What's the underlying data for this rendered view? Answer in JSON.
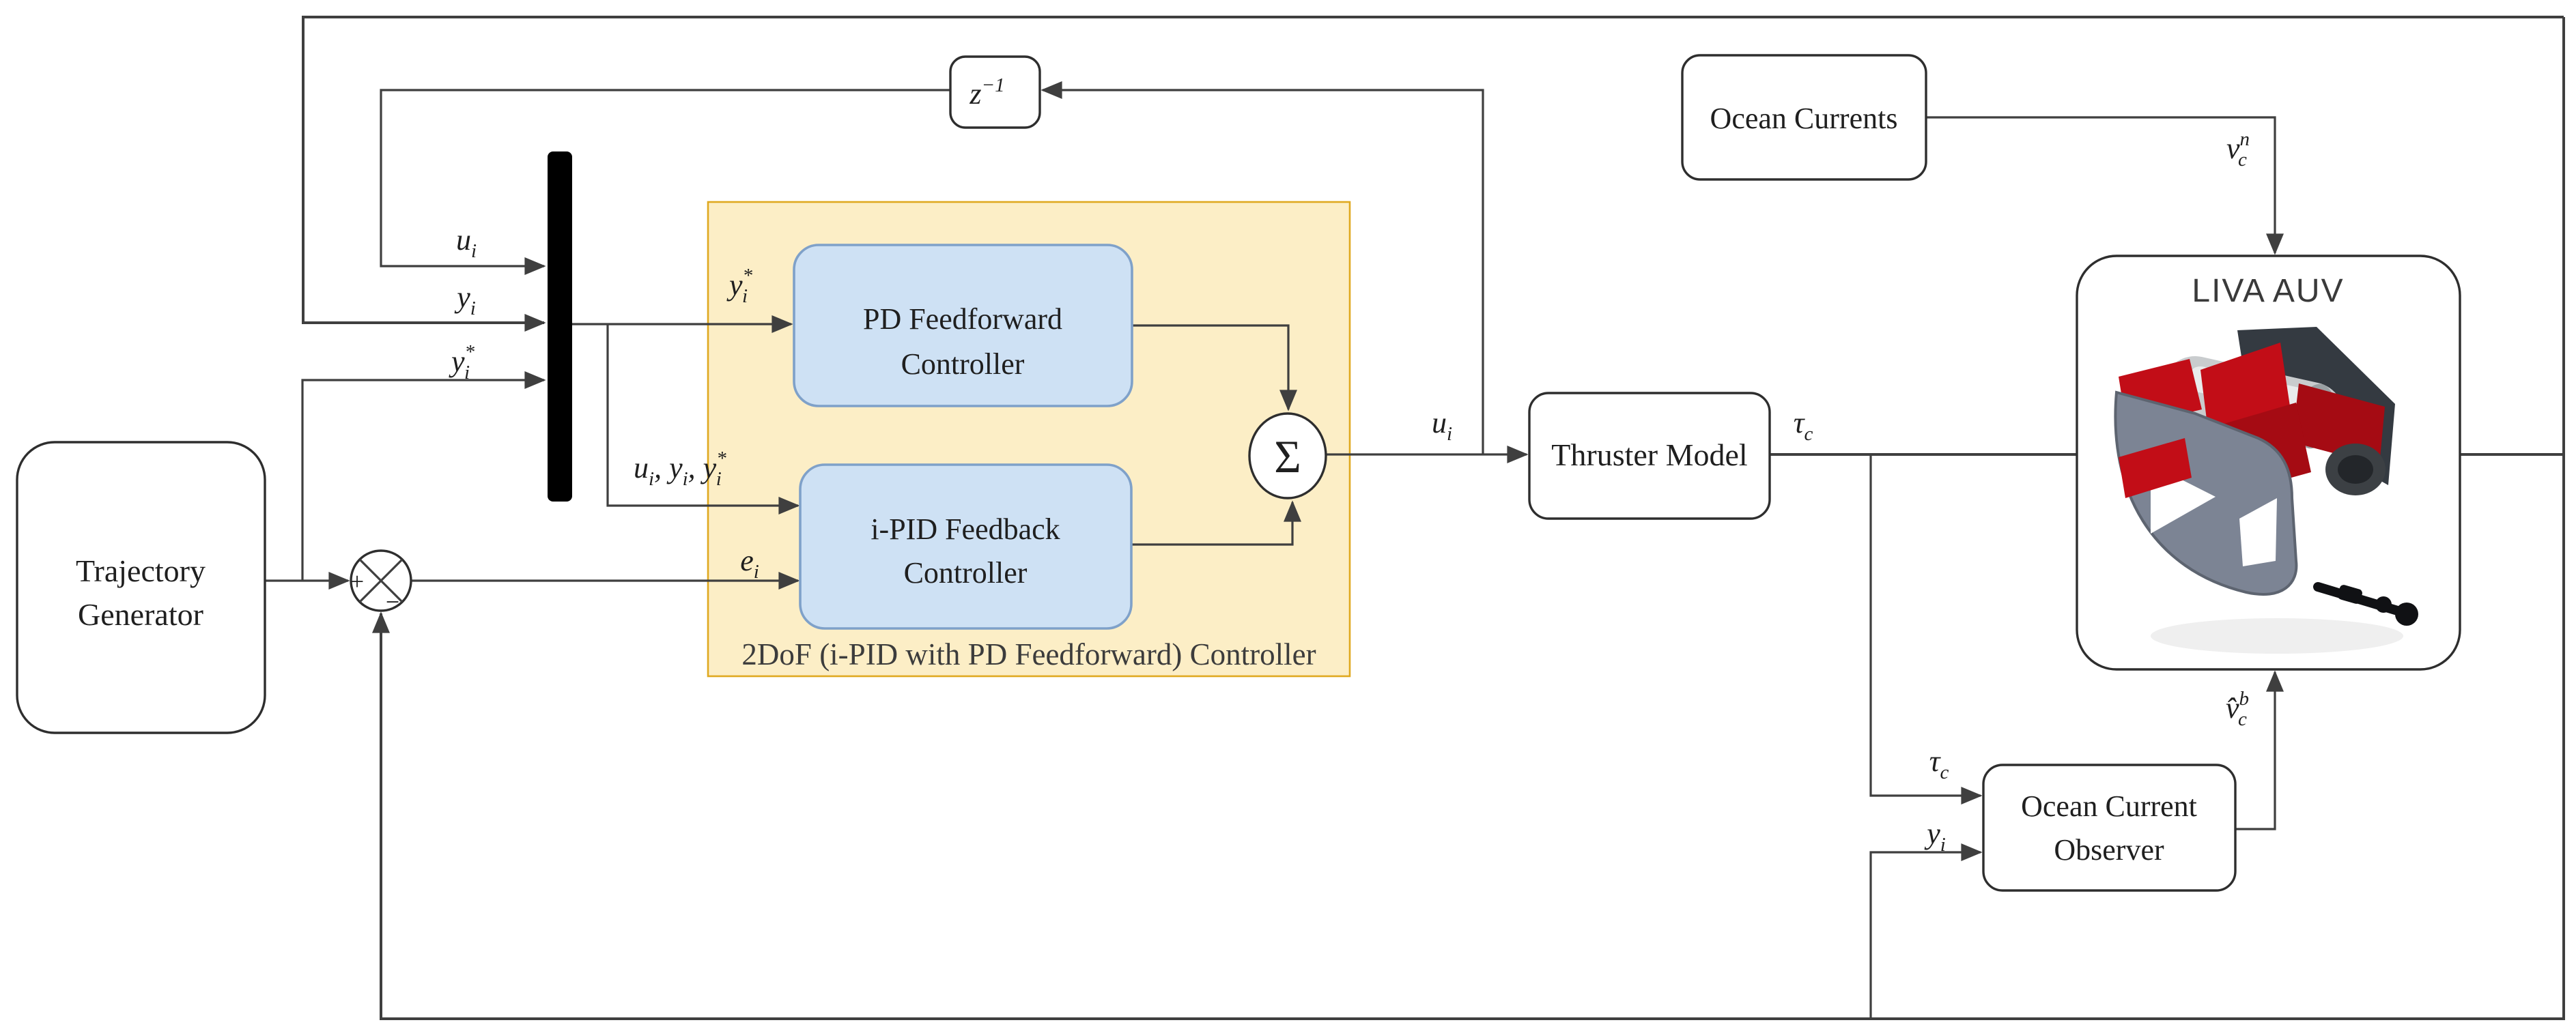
{
  "colors": {
    "line": "#3f3f3f",
    "block_border": "#2e2e2e",
    "text": "#1f1f1f",
    "caption_text": "#3c3c3c",
    "group_fill": "#fceec6",
    "group_border": "#dfa920",
    "inner_fill": "#cee1f4",
    "inner_border": "#7fa1c9",
    "mux_fill": "#000000",
    "auv_red": "#c20d17",
    "auv_red_dark": "#a50b13",
    "auv_gray": "#7c8494",
    "auv_gray_dark": "#5d6470",
    "auv_dark_plate": "#343a41",
    "auv_silver": "#c9ccce",
    "auv_black": "#101114"
  },
  "blocks": {
    "trajectory_generator": {
      "line1": "Trajectory",
      "line2": "Generator"
    },
    "delay": {
      "base": "z",
      "sup": "−1"
    },
    "ocean_currents": {
      "label": "Ocean Currents"
    },
    "thruster_model": {
      "label": "Thruster Model"
    },
    "ocean_current_observer": {
      "line1": "Ocean Current",
      "line2": "Observer"
    },
    "liva_auv": {
      "label": "LIVA AUV"
    },
    "pd_feedforward": {
      "line1": "PD Feedforward",
      "line2": "Controller"
    },
    "ipid_feedback": {
      "line1": "i-PID Feedback",
      "line2": "Controller"
    },
    "group_caption": "2DoF (i-PID with PD Feedforward) Controller",
    "summation": {
      "symbol": "Σ"
    },
    "error_junction": {
      "plus": "+",
      "minus": "−"
    }
  },
  "signals": {
    "u_i": {
      "base": "u",
      "sub": "i"
    },
    "y_i": {
      "base": "y",
      "sub": "i"
    },
    "y_i_star": {
      "base": "y",
      "sub": "i",
      "sup": "*"
    },
    "e_i": {
      "base": "e",
      "sub": "i"
    },
    "tau_c": {
      "base": "τ",
      "sub": "c"
    },
    "v_c_n": {
      "base": "v",
      "sub": "c",
      "sup": "n"
    },
    "v_hat_c_b": {
      "base": "v̂",
      "sub": "c",
      "sup": "b"
    },
    "separator": ", "
  }
}
